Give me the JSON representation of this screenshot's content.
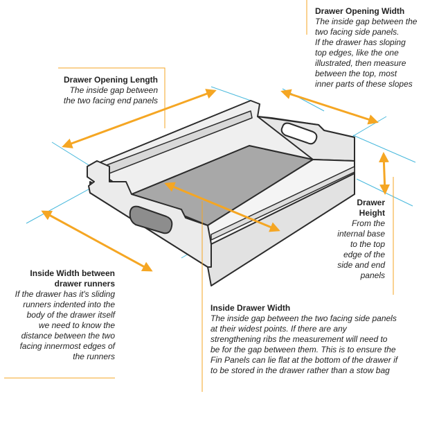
{
  "colors": {
    "orange": "#f5a623",
    "cyan": "#47b8dc",
    "outline": "#2b2b2b",
    "face": "#f1f1f1",
    "face_dark": "#dcdcdc",
    "floor": "#a8a8a8"
  },
  "labels": {
    "opening_width": {
      "title": "Drawer Opening Width",
      "lines": [
        "The inside gap between the",
        "two facing side panels.",
        "If the drawer has sloping",
        "top edges, like the one",
        "illustrated, then measure",
        "between the top, most",
        "inner parts of these slopes"
      ]
    },
    "opening_length": {
      "title": "Drawer Opening Length",
      "lines": [
        "The inside gap between",
        "the two facing end panels"
      ]
    },
    "height": {
      "title_lines": [
        "Drawer",
        "Height"
      ],
      "lines": [
        "From the",
        "internal base",
        "to the top",
        "edge of the",
        "side and end",
        "panels"
      ]
    },
    "inside_width": {
      "title_lines": [
        "Inside Width between",
        "drawer runners"
      ],
      "lines": [
        "If the drawer has it's sliding",
        "runners indented into the",
        "body of the drawer itself",
        "we need to know the",
        "distance between the two",
        "facing innermost edges of",
        "the runners"
      ]
    },
    "drawer_width": {
      "title": "Inside Drawer Width",
      "lines": [
        "The inside gap between the two facing side panels",
        "at their widest points. If there are any",
        "strengthening ribs the measurement will need to",
        "be for the gap between them. This is to ensure the",
        "Fin Panels can lie flat at the bottom of the drawer if",
        "to be stored in the drawer rather than a stow bag"
      ]
    }
  }
}
